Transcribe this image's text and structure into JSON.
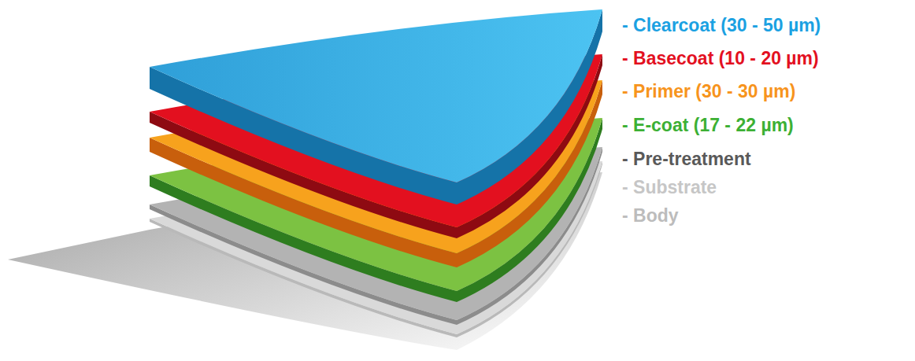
{
  "diagram": {
    "labels": [
      "- Clearcoat (30 - 50 µm)",
      "- Basecoat (10 - 20 µm)",
      "- Primer (30 - 30 µm)",
      "- E-coat (17 - 22 µm)",
      "- Pre-treatment",
      "- Substrate",
      "- Body"
    ]
  }
}
